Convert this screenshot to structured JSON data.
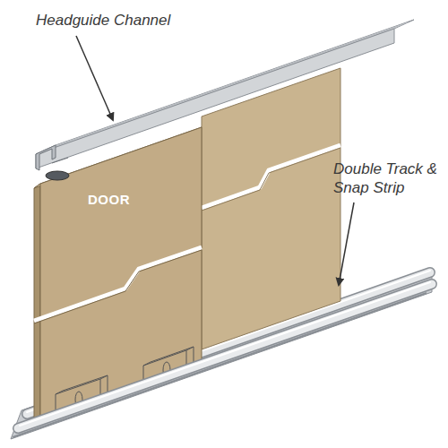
{
  "diagram": {
    "labels": [
      "Headguide Channel",
      "DOOR",
      "Double Track & Snap Strip"
    ]
  }
}
